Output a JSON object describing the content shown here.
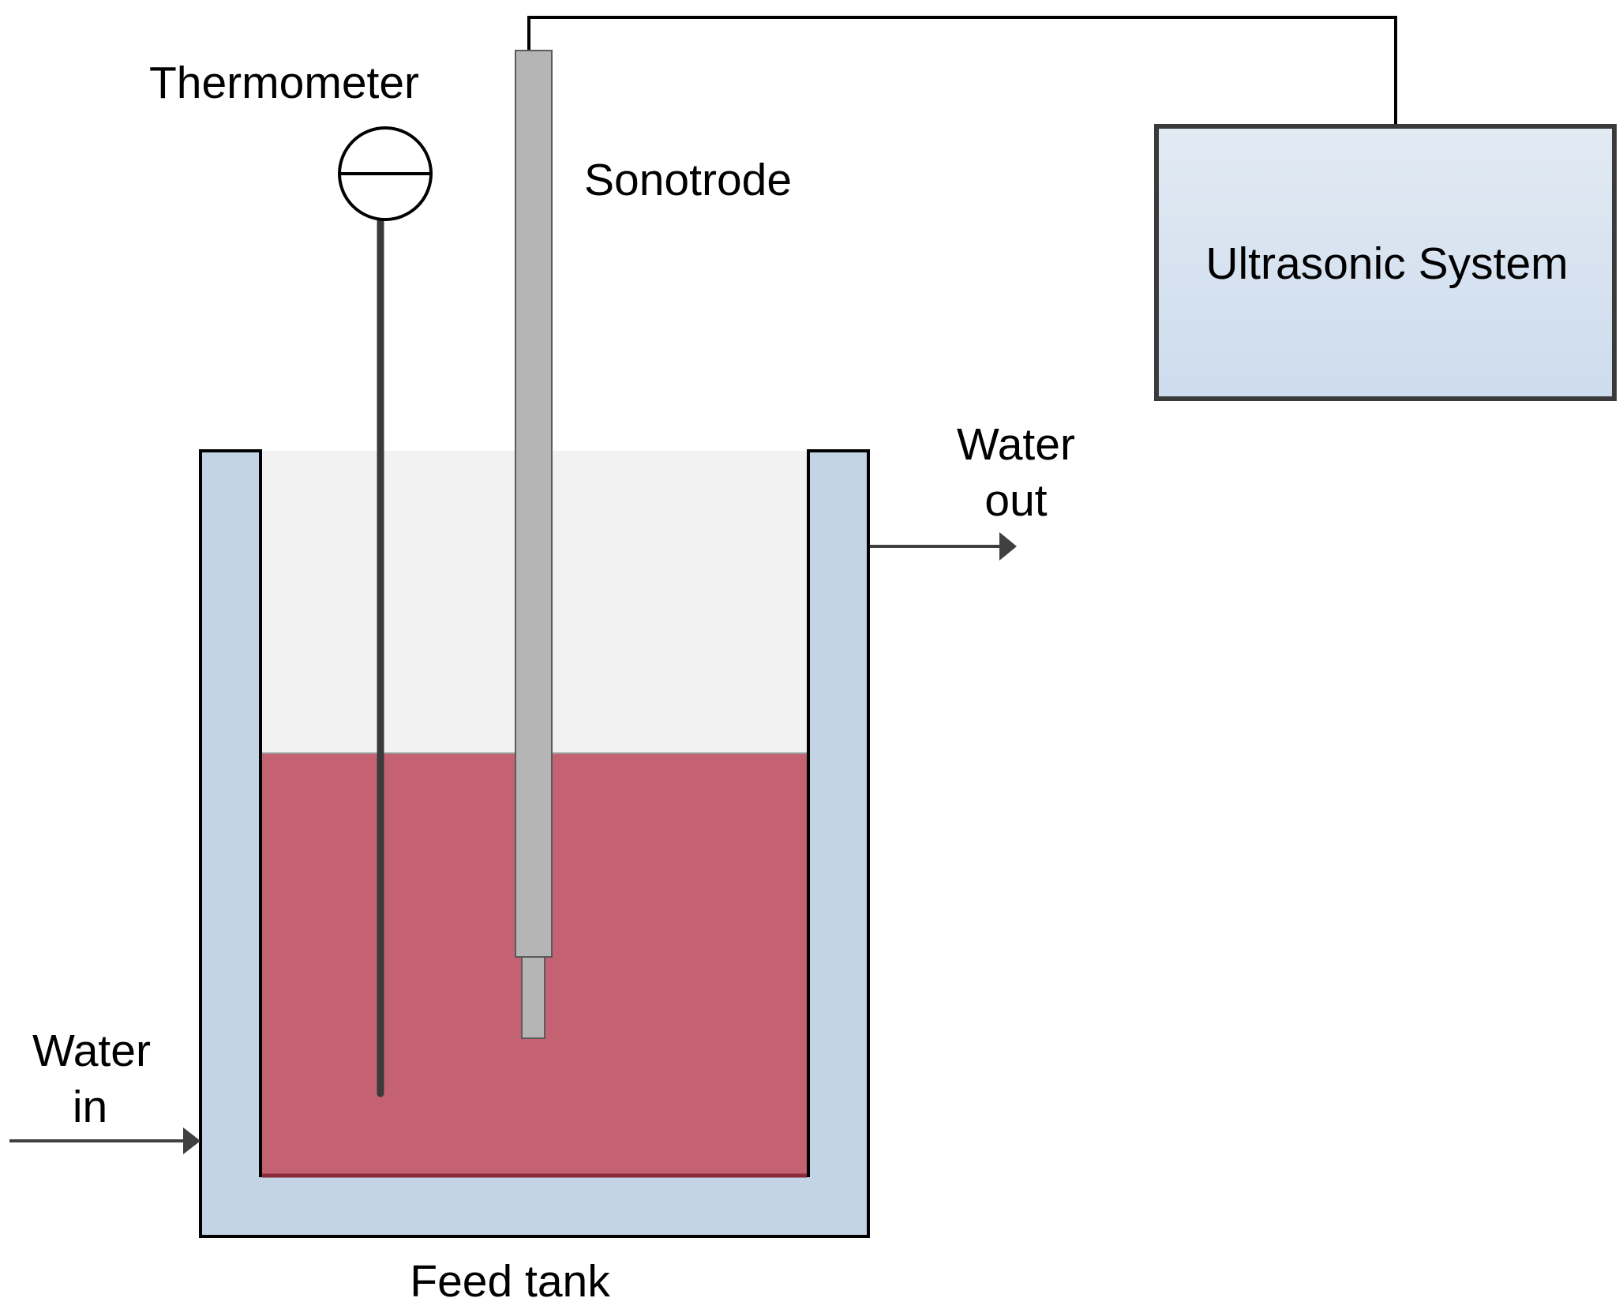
{
  "labels": {
    "thermometer": "Thermometer",
    "sonotrode": "Sonotrode",
    "ultrasonic_system": "Ultrasonic System",
    "water_out_line1": "Water",
    "water_out_line2": "out",
    "water_in_line1": "Water",
    "water_in_line2": "in",
    "feed_tank": "Feed tank"
  },
  "colors": {
    "jacket": "#c3d5e5",
    "headspace": "#f2f2f2",
    "liquid": "#c46173",
    "liquid_bottom": "#8a2a3c",
    "sonotrode": "#b5b5b5",
    "system_box_top": "#e2eaf3",
    "system_box_bottom": "#cddced",
    "line": "#000000",
    "arrow": "#404040"
  }
}
